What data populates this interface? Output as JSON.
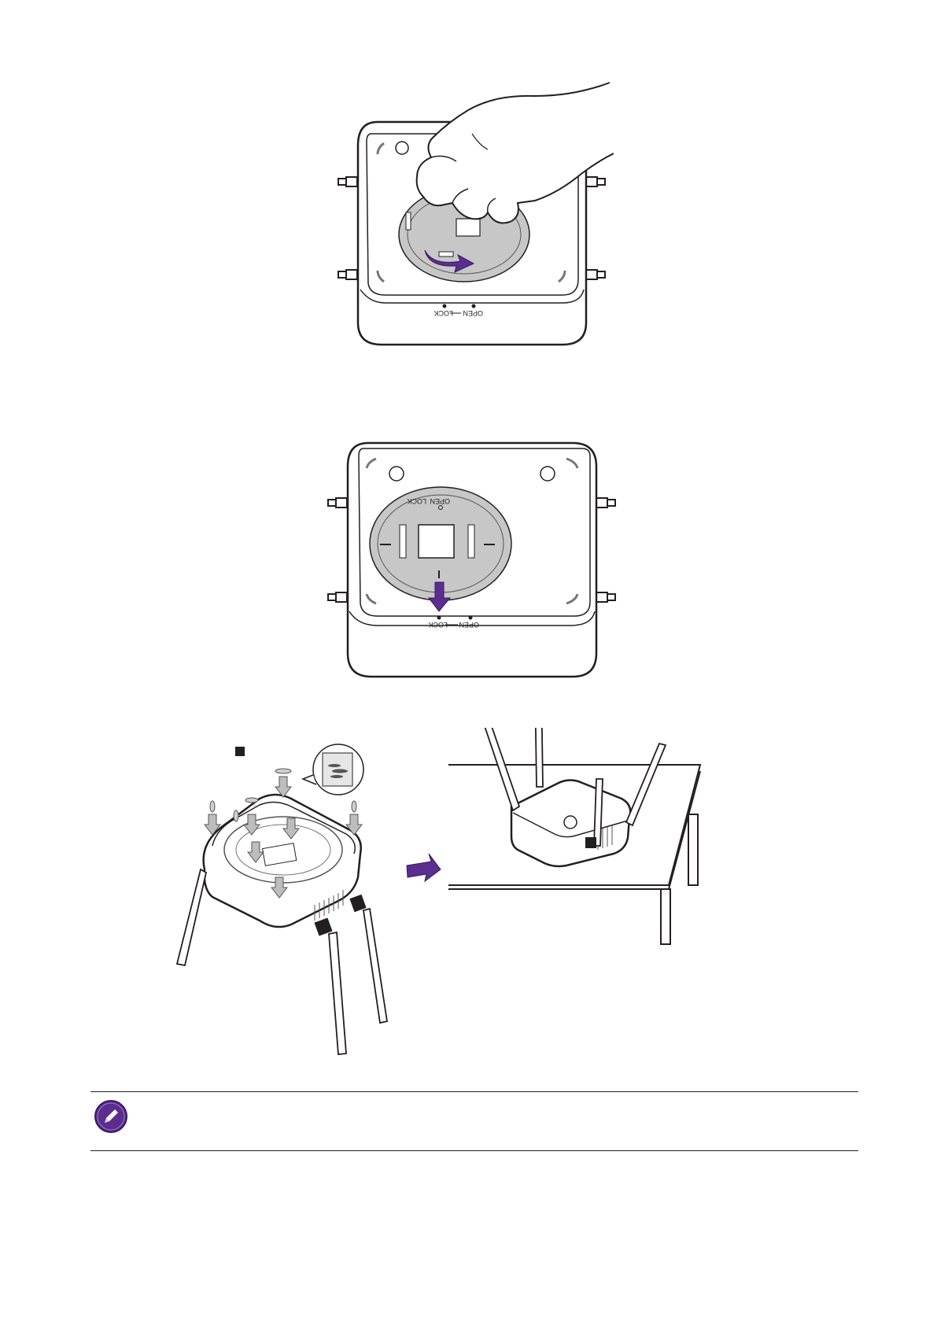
{
  "figure1": {
    "lock_label": "LOCK",
    "open_label": "OPEN"
  },
  "figure2": {
    "lock_label": "LOCK",
    "open_label": "OPEN",
    "plate_lock_label": "LOCK",
    "plate_open_label": "OPEN"
  },
  "note": {
    "icon": "pencil-icon",
    "text": ""
  },
  "colors": {
    "accent": "#5b2d8e",
    "plate_gray": "#c7c7c7",
    "line": "#231f20"
  }
}
